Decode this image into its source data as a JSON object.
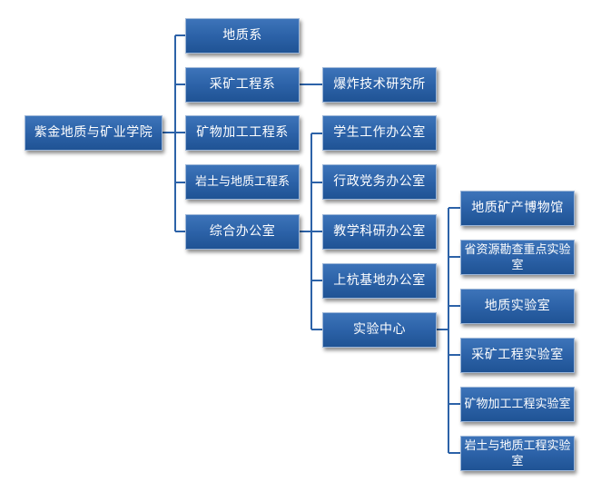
{
  "root": "紫金地质与矿业学院",
  "level1": {
    "geology": "地质系",
    "mining": "采矿工程系",
    "mineral_processing": "矿物加工工程系",
    "geotech": "岩土与地质工程系",
    "general_office": "综合办公室"
  },
  "level2": {
    "blasting_institute": "爆炸技术研究所",
    "student_affairs": "学生工作办公室",
    "admin_party": "行政党务办公室",
    "teaching_research": "教学科研办公室",
    "shanghang_base": "上杭基地办公室",
    "lab_center": "实验中心"
  },
  "level3": {
    "museum": "地质矿产博物馆",
    "provincial_lab": "省资源勘查重点实验室",
    "geology_lab": "地质实验室",
    "mining_lab": "采矿工程实验室",
    "mineral_lab": "矿物加工工程实验室",
    "geotech_lab": "岩土与地质工程实验室"
  },
  "colors": {
    "box_fill": "#2c62a8",
    "connector": "#2c62a8",
    "text": "#ffffff"
  }
}
